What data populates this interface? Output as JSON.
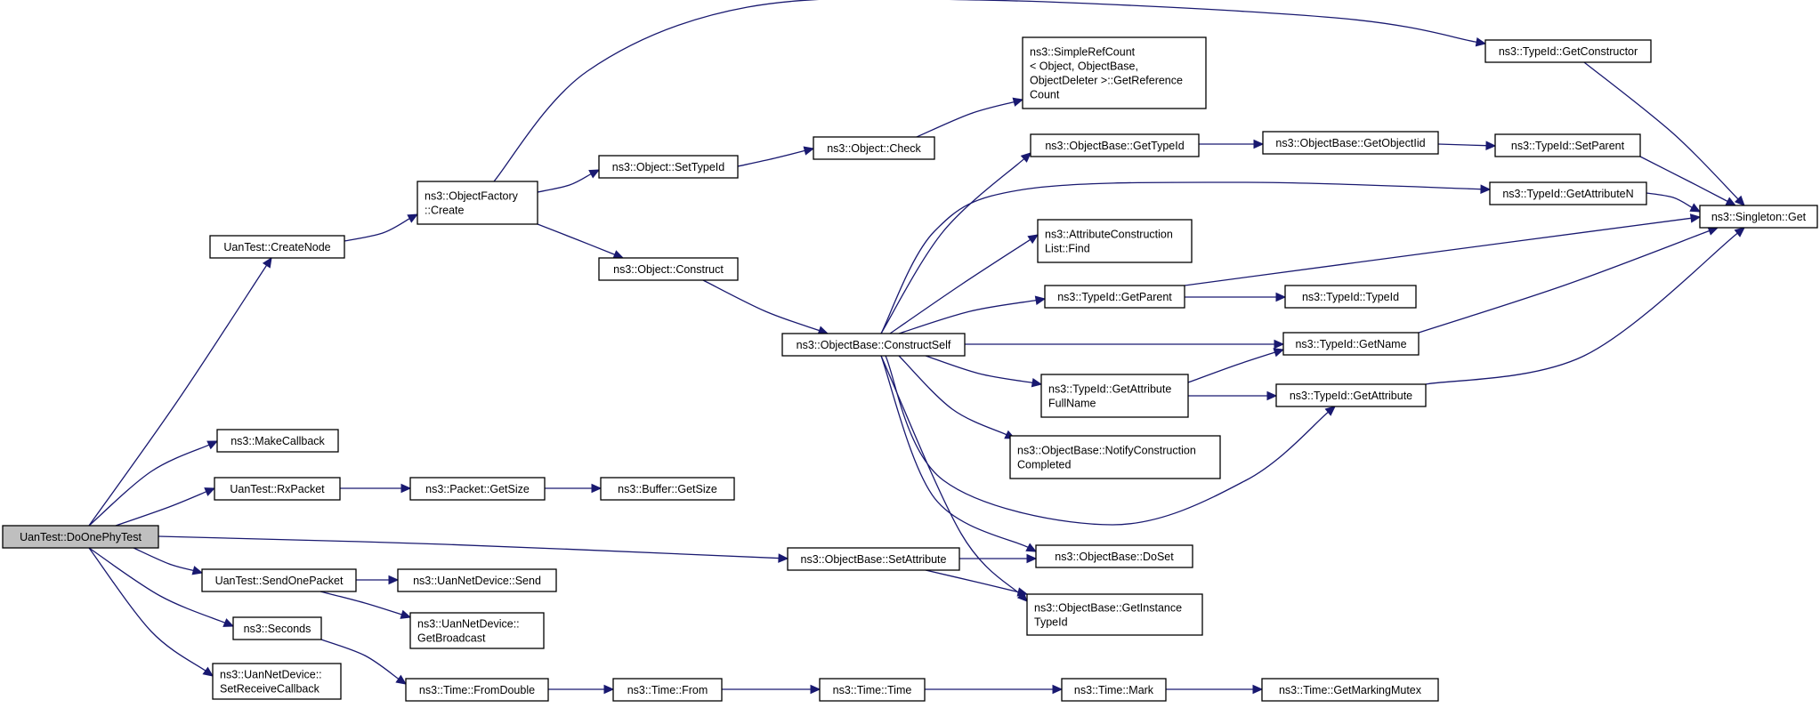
{
  "colors": {
    "edge": "#191970",
    "root_fill": "#bfbfbf",
    "node_fill": "#ffffff",
    "border": "#000000"
  },
  "nodes": {
    "doonephytest": [
      "UanTest::DoOnePhyTest"
    ],
    "createnode": [
      "UanTest::CreateNode"
    ],
    "makecallback": [
      "ns3::MakeCallback"
    ],
    "rxpacket": [
      "UanTest::RxPacket"
    ],
    "sendonepacket": [
      "UanTest::SendOnePacket"
    ],
    "seconds": [
      "ns3::Seconds"
    ],
    "setreceivecallback": [
      "ns3::UanNetDevice::",
      "SetReceiveCallback"
    ],
    "objectfactory_create": [
      "ns3::ObjectFactory",
      "::Create"
    ],
    "packet_getsize": [
      "ns3::Packet::GetSize"
    ],
    "uannetdevice_send": [
      "ns3::UanNetDevice::Send"
    ],
    "getbroadcast": [
      "ns3::UanNetDevice::",
      "GetBroadcast"
    ],
    "time_fromdouble": [
      "ns3::Time::FromDouble"
    ],
    "object_settypeid": [
      "ns3::Object::SetTypeId"
    ],
    "object_construct": [
      "ns3::Object::Construct"
    ],
    "buffer_getsize": [
      "ns3::Buffer::GetSize"
    ],
    "time_from": [
      "ns3::Time::From"
    ],
    "object_check": [
      "ns3::Object::Check"
    ],
    "constructself": [
      "ns3::ObjectBase::ConstructSelf"
    ],
    "setattribute": [
      "ns3::ObjectBase::SetAttribute"
    ],
    "time_time": [
      "ns3::Time::Time"
    ],
    "getreferencecount": [
      "ns3::SimpleRefCount",
      "< Object, ObjectBase,",
      "ObjectDeleter >::GetReference",
      "Count"
    ],
    "objectbase_gettypeid": [
      "ns3::ObjectBase::GetTypeId"
    ],
    "attrconstructionlist_find": [
      "ns3::AttributeConstruction",
      "List::Find"
    ],
    "typeid_getparent": [
      "ns3::TypeId::GetParent"
    ],
    "getattributefullname": [
      "ns3::TypeId::GetAttribute",
      "FullName"
    ],
    "notifyconstructioncompleted": [
      "ns3::ObjectBase::NotifyConstruction",
      "Completed"
    ],
    "doset": [
      "ns3::ObjectBase::DoSet"
    ],
    "getinstancetypeid": [
      "ns3::ObjectBase::GetInstance",
      "TypeId"
    ],
    "time_mark": [
      "ns3::Time::Mark"
    ],
    "getobjectiid": [
      "ns3::ObjectBase::GetObjectIid"
    ],
    "typeid_typeid": [
      "ns3::TypeId::TypeId"
    ],
    "typeid_getname": [
      "ns3::TypeId::GetName"
    ],
    "typeid_getattribute": [
      "ns3::TypeId::GetAttribute"
    ],
    "getmarkingmutex": [
      "ns3::Time::GetMarkingMutex"
    ],
    "getconstructor": [
      "ns3::TypeId::GetConstructor"
    ],
    "typeid_setparent": [
      "ns3::TypeId::SetParent"
    ],
    "getattributen": [
      "ns3::TypeId::GetAttributeN"
    ],
    "singleton_get": [
      "ns3::Singleton::Get"
    ]
  }
}
